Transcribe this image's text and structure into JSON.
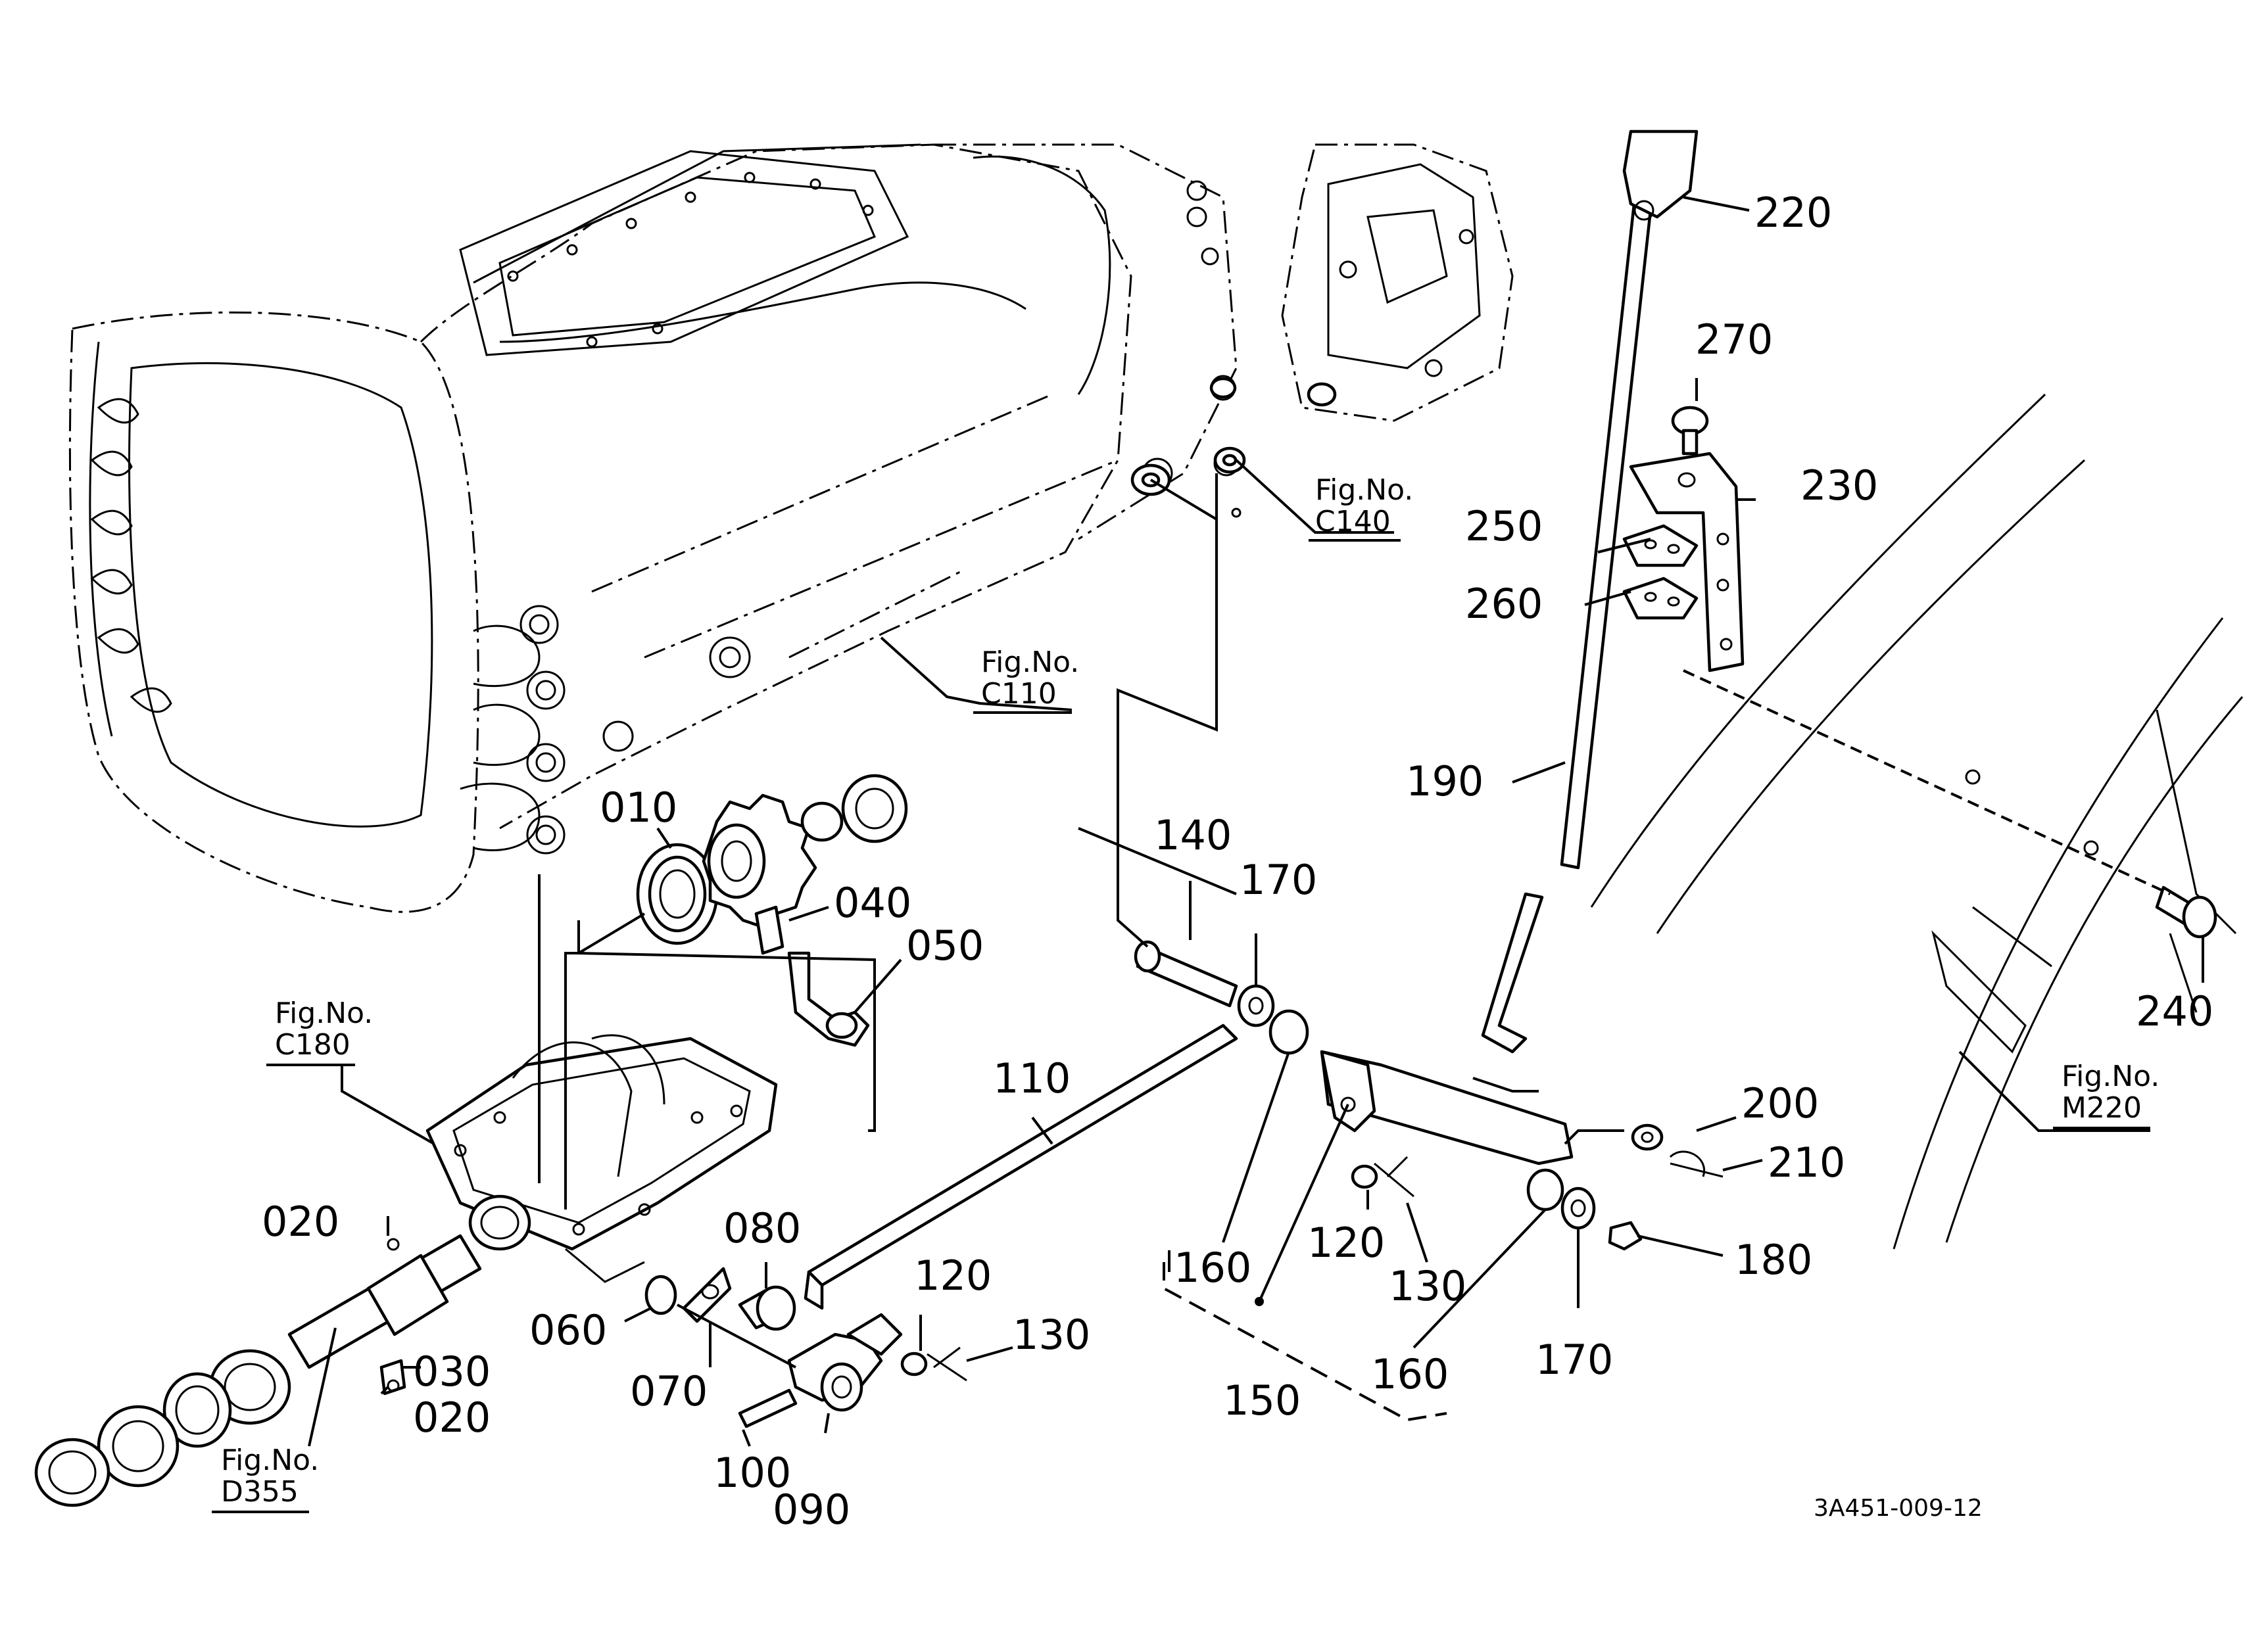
{
  "parts": [
    {
      "id": "p010",
      "label": "010"
    },
    {
      "id": "p020a",
      "label": "020"
    },
    {
      "id": "p020b",
      "label": "020"
    },
    {
      "id": "p030",
      "label": "030"
    },
    {
      "id": "p040",
      "label": "040"
    },
    {
      "id": "p050",
      "label": "050"
    },
    {
      "id": "p060",
      "label": "060"
    },
    {
      "id": "p070",
      "label": "070"
    },
    {
      "id": "p080",
      "label": "080"
    },
    {
      "id": "p090",
      "label": "090"
    },
    {
      "id": "p100",
      "label": "100"
    },
    {
      "id": "p110",
      "label": "110"
    },
    {
      "id": "p120a",
      "label": "120"
    },
    {
      "id": "p120b",
      "label": "120"
    },
    {
      "id": "p130a",
      "label": "130"
    },
    {
      "id": "p130b",
      "label": "130"
    },
    {
      "id": "p140",
      "label": "140"
    },
    {
      "id": "p150",
      "label": "150"
    },
    {
      "id": "p160a",
      "label": "160"
    },
    {
      "id": "p160b",
      "label": "160"
    },
    {
      "id": "p170a",
      "label": "170"
    },
    {
      "id": "p170b",
      "label": "170"
    },
    {
      "id": "p180",
      "label": "180"
    },
    {
      "id": "p190",
      "label": "190"
    },
    {
      "id": "p200",
      "label": "200"
    },
    {
      "id": "p210",
      "label": "210"
    },
    {
      "id": "p220",
      "label": "220"
    },
    {
      "id": "p230",
      "label": "230"
    },
    {
      "id": "p240",
      "label": "240"
    },
    {
      "id": "p250",
      "label": "250"
    },
    {
      "id": "p260",
      "label": "260"
    },
    {
      "id": "p270",
      "label": "270"
    }
  ],
  "figure_refs": [
    {
      "id": "c140",
      "line1": "Fig.No.",
      "line2": "C140"
    },
    {
      "id": "c110",
      "line1": "Fig.No.",
      "line2": "C110"
    },
    {
      "id": "c180",
      "line1": "Fig.No.",
      "line2": "C180"
    },
    {
      "id": "d355",
      "line1": "Fig.No.",
      "line2": "D355"
    },
    {
      "id": "m220",
      "line1": "Fig.No.",
      "line2": "M220"
    }
  ],
  "drawing_code": "3A451-009-12"
}
